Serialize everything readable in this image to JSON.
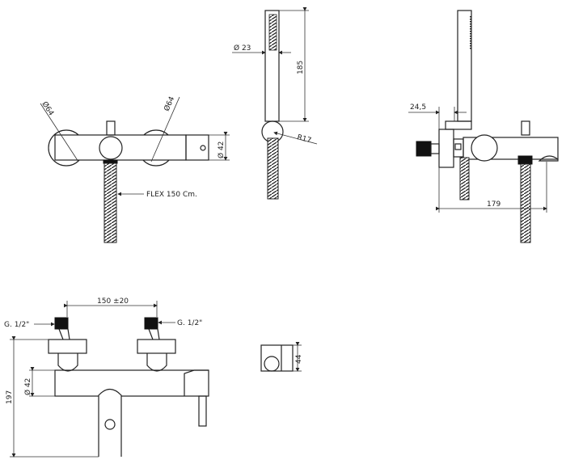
{
  "drawing": {
    "front_view": {
      "left_knob_diameter": "Ø64",
      "right_knob_diameter": "Ø64",
      "body_diameter": "Ø 42",
      "hose_label": "FLEX 150 Cm."
    },
    "hand_shower_view": {
      "diameter": "Ø  23",
      "length": "185",
      "holder_radius": "R17"
    },
    "side_view": {
      "wall_offset": "24,5",
      "depth": "179"
    },
    "bottom_view": {
      "center_distance": "150  ±20",
      "left_connection": "G. 1/2\"",
      "right_connection": "G. 1/2\"",
      "body_diameter": "Ø  42",
      "height": "197"
    },
    "holder_detail": {
      "height": "44"
    }
  }
}
